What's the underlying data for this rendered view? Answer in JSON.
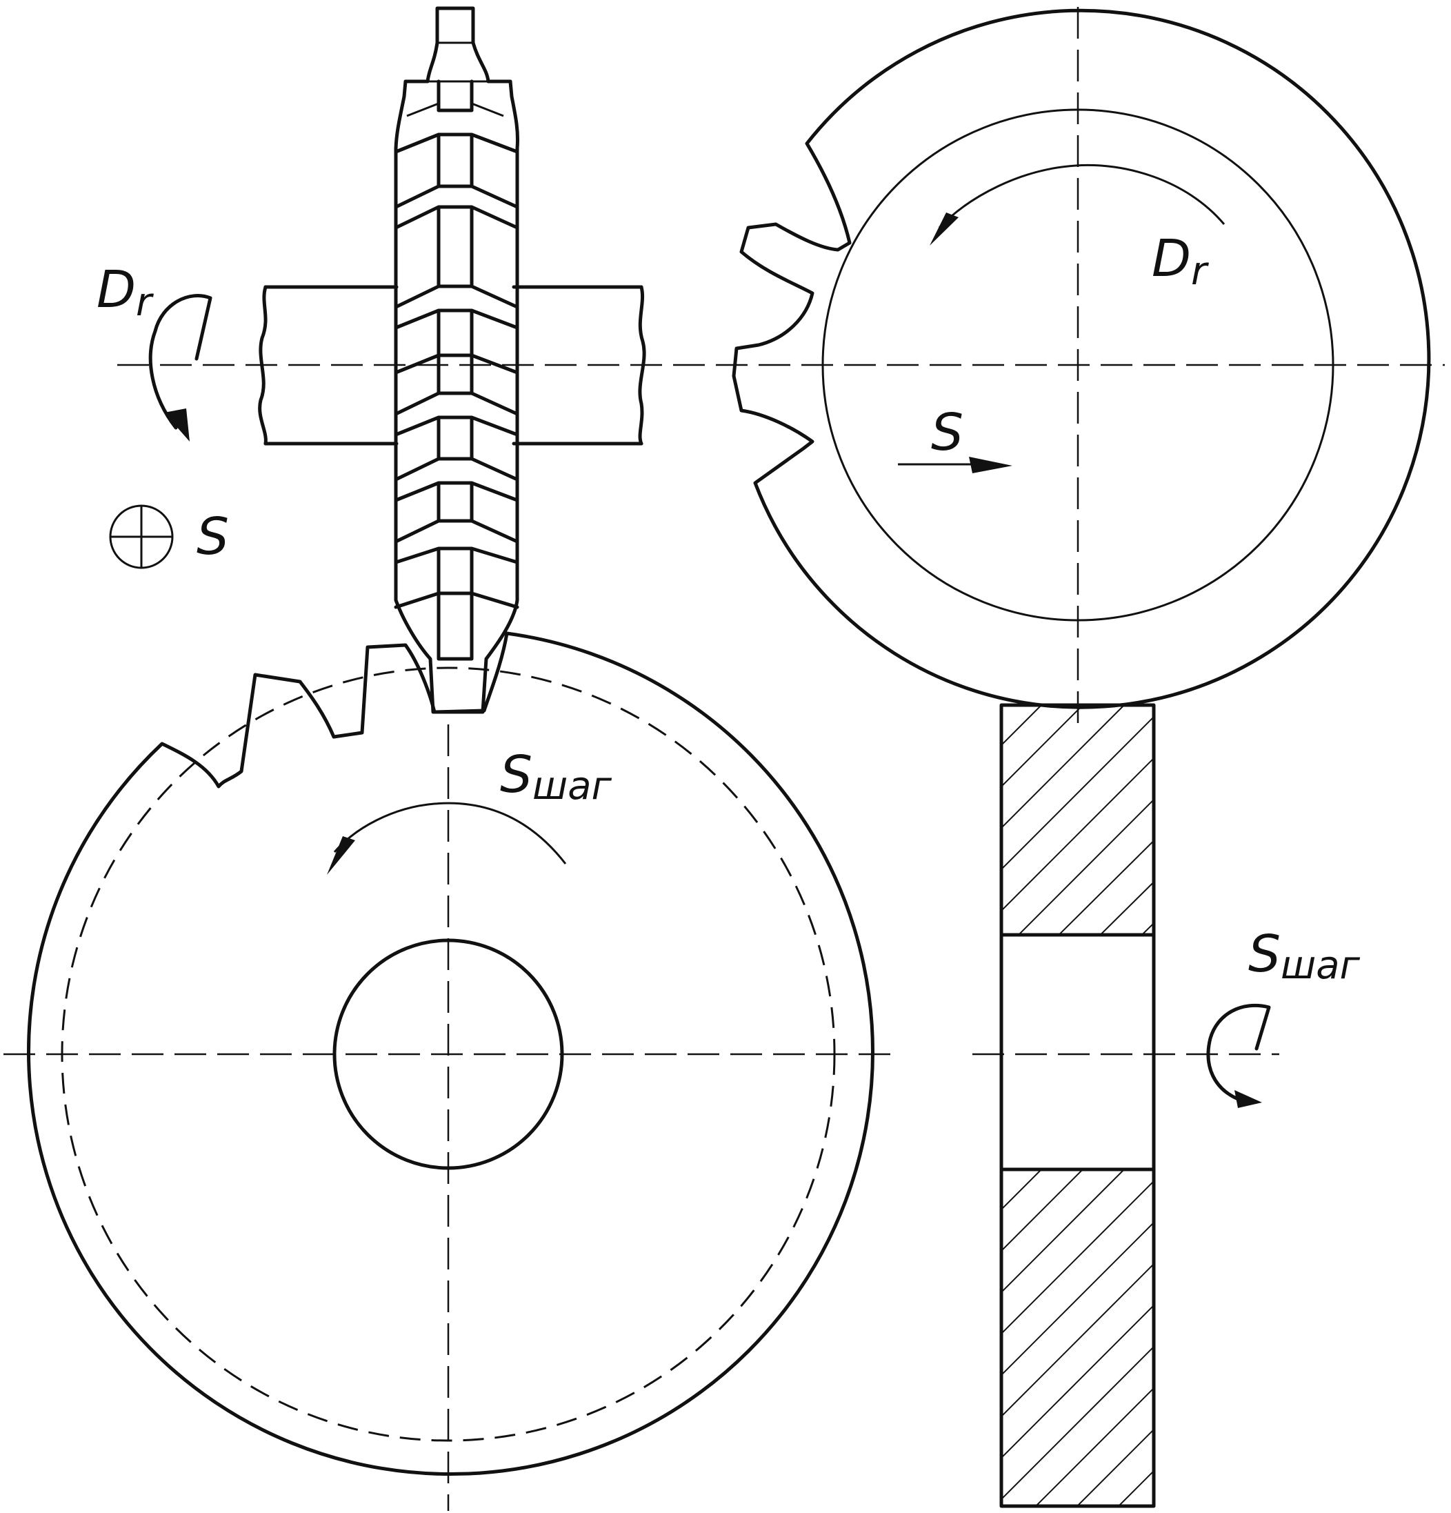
{
  "labels": {
    "hob_rotation": {
      "main": "D",
      "sub": "r"
    },
    "blank_rotation": {
      "main": "D",
      "sub": "r"
    },
    "feed_axial": "S",
    "feed_radial": "S",
    "index_front": {
      "main": "S",
      "sub": "шаг"
    },
    "index_side": {
      "main": "S",
      "sub": "шаг"
    }
  },
  "colors": {
    "ink": "#111111",
    "paper": "#ffffff"
  }
}
